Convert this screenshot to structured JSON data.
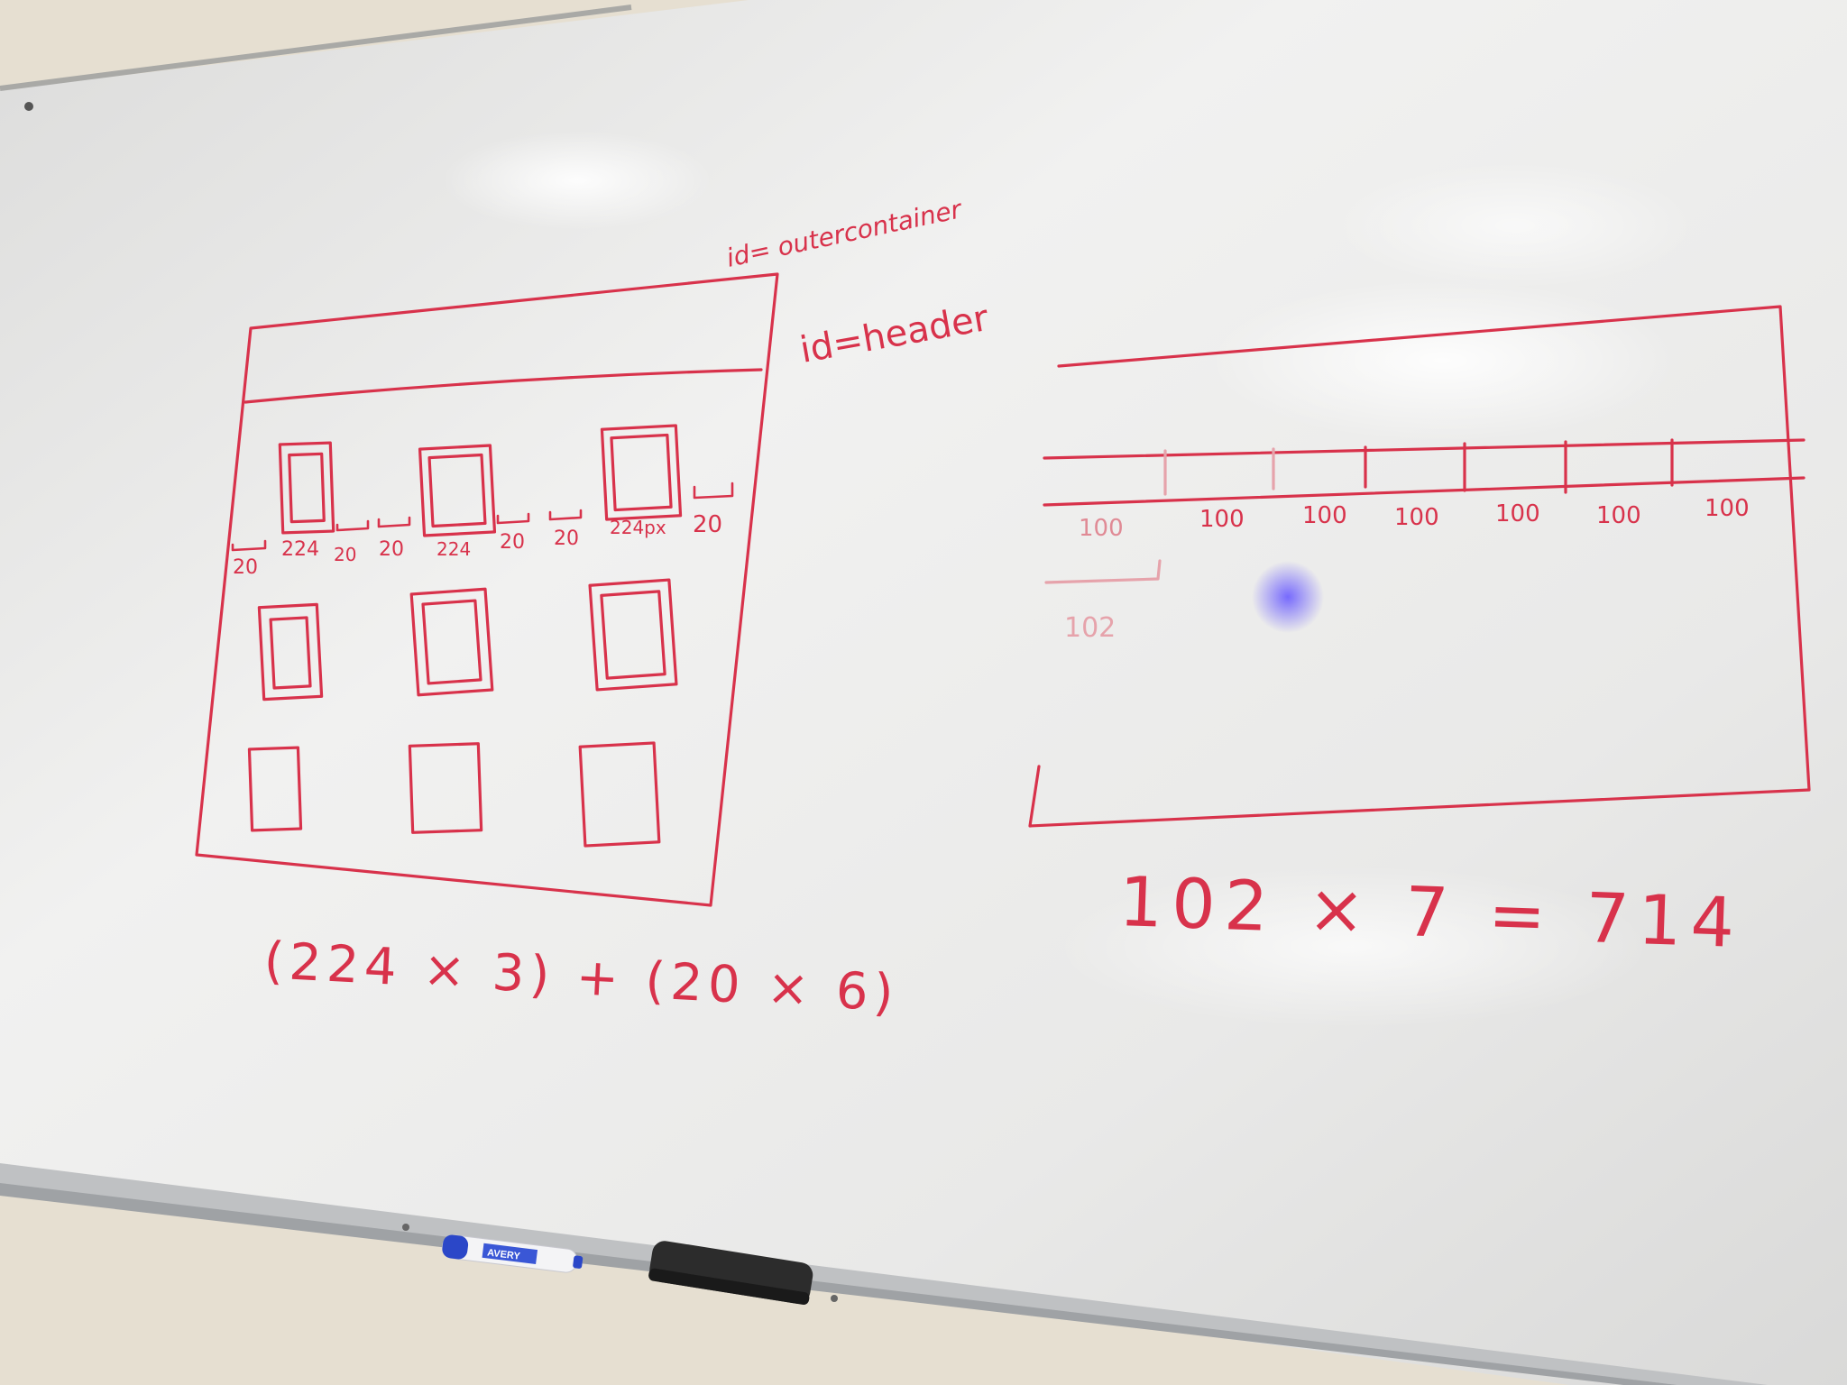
{
  "colors": {
    "ink": "#d8324b",
    "ink_faint": "#e6a3ab",
    "board_light": "#ededec",
    "board_shadow": "#cfcfce",
    "wall": "#e4ddcf",
    "tray": "#c7c9cb",
    "marker_blue": "#2b47c8",
    "eraser": "#2a2a2a"
  },
  "left_sketch": {
    "label_outer": "id= outercontainer",
    "label_header": "id=header",
    "gap_labels": [
      "20",
      "224",
      "20",
      "20",
      "224",
      "20",
      "20",
      "224px",
      "20"
    ],
    "formula": "(224 × 3) + (20 × 6)"
  },
  "right_sketch": {
    "column_labels": [
      "100",
      "100",
      "100",
      "100",
      "100",
      "100",
      "100"
    ],
    "bracket_label": "102",
    "formula": "102 × 7 = 714"
  },
  "marker": {
    "brand": "AVERY"
  }
}
